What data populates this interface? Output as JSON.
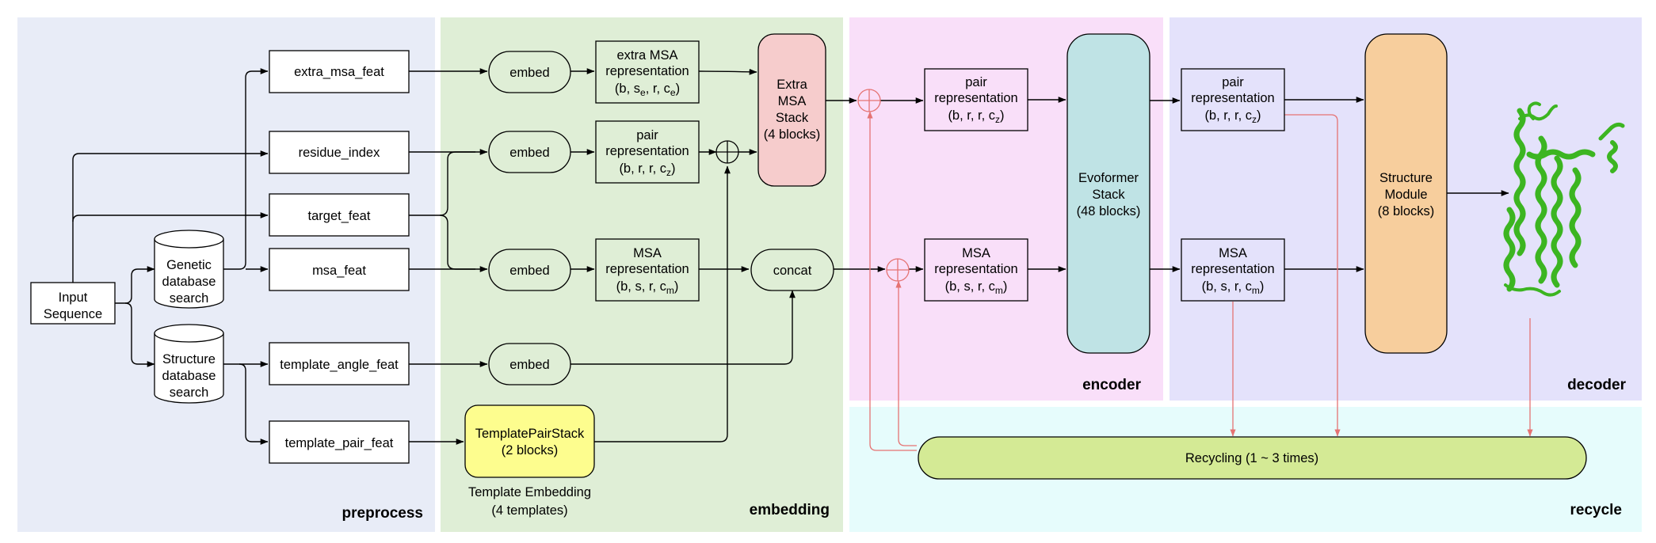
{
  "regions": {
    "preprocess": {
      "label": "preprocess",
      "color": "#e8ecf7"
    },
    "embedding": {
      "label": "embedding",
      "color": "#dfeed6"
    },
    "encoder": {
      "label": "encoder",
      "color": "#f9dff9"
    },
    "decoder": {
      "label": "decoder",
      "color": "#e4e2fb"
    },
    "recycle": {
      "label": "recycle",
      "color": "#e6fcfc"
    }
  },
  "nodes": {
    "input_sequence": [
      "Input",
      "Sequence"
    ],
    "genetic_search": [
      "Genetic",
      "database",
      "search"
    ],
    "structure_search": [
      "Structure",
      "database",
      "search"
    ],
    "extra_msa_feat": "extra_msa_feat",
    "residue_index": "residue_index",
    "target_feat": "target_feat",
    "msa_feat": "msa_feat",
    "template_angle_feat": "template_angle_feat",
    "template_pair_feat": "template_pair_feat",
    "embed_label": "embed",
    "extra_msa_repr": {
      "title": [
        "extra MSA",
        "representation"
      ],
      "dims": "(b, s_e, r, c_e)"
    },
    "pair_repr": {
      "title": [
        "pair",
        "representation"
      ],
      "dims": "(b, r, r, c_z)"
    },
    "msa_repr": {
      "title": [
        "MSA",
        "representation"
      ],
      "dims": "(b, s, r, c_m)"
    },
    "extra_msa_stack": [
      "Extra",
      "MSA",
      "Stack",
      "(4 blocks)"
    ],
    "concat": "concat",
    "template_pair_stack": [
      "TemplatePairStack",
      "(2 blocks)"
    ],
    "template_embedding_caption": [
      "Template Embedding",
      "(4 templates)"
    ],
    "evoformer": [
      "Evoformer",
      "Stack",
      "(48 blocks)"
    ],
    "structure_module": [
      "Structure",
      "Module",
      "(8 blocks)"
    ],
    "recycling": "Recycling (1 ~ 3 times)"
  },
  "colors": {
    "template_pair_stack": "#fdfd8e",
    "extra_msa_stack": "#f6cccc",
    "evoformer": "#bfe3e5",
    "structure_module": "#f7ce9d",
    "recycling": "#d4ea95",
    "recycle_arrow": "#e57373",
    "protein": "#3cb521"
  },
  "icons": {
    "protein_structure": "protein-cartoon-icon"
  }
}
